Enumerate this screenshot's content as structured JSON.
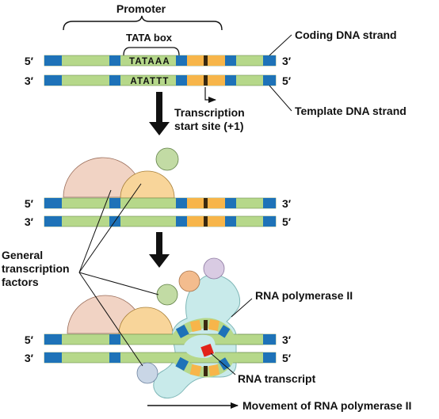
{
  "labels": {
    "promoter": "Promoter",
    "tata_box": "TATA box",
    "coding_strand": "Coding DNA strand",
    "template_strand": "Template DNA strand",
    "start_site_line1": "Transcription",
    "start_site_line2": "start site (+1)",
    "gtf_line1": "General",
    "gtf_line2": "transcription",
    "gtf_line3": "factors",
    "rna_pol": "RNA polymerase II",
    "rna_transcript": "RNA transcript",
    "movement": "Movement of RNA polymerase II"
  },
  "sequence": {
    "coding": "TATAAA",
    "template": "ATATTT"
  },
  "strand_ends": {
    "five": "5′",
    "three": "3′"
  },
  "colors": {
    "dna_green": "#b6d88a",
    "dna_blue": "#1e72b8",
    "dna_orange": "#f7b54a",
    "dna_mark": "#3a2a10",
    "factor_pink": "#f1d3c4",
    "factor_yellow": "#f8d59a",
    "factor_green": "#c2dba4",
    "factor_orange": "#f3bc8e",
    "factor_purple": "#d9cbe3",
    "factor_blue": "#c9d6e6",
    "polymerase": "#c8eaea",
    "transcript": "#e2231a"
  }
}
